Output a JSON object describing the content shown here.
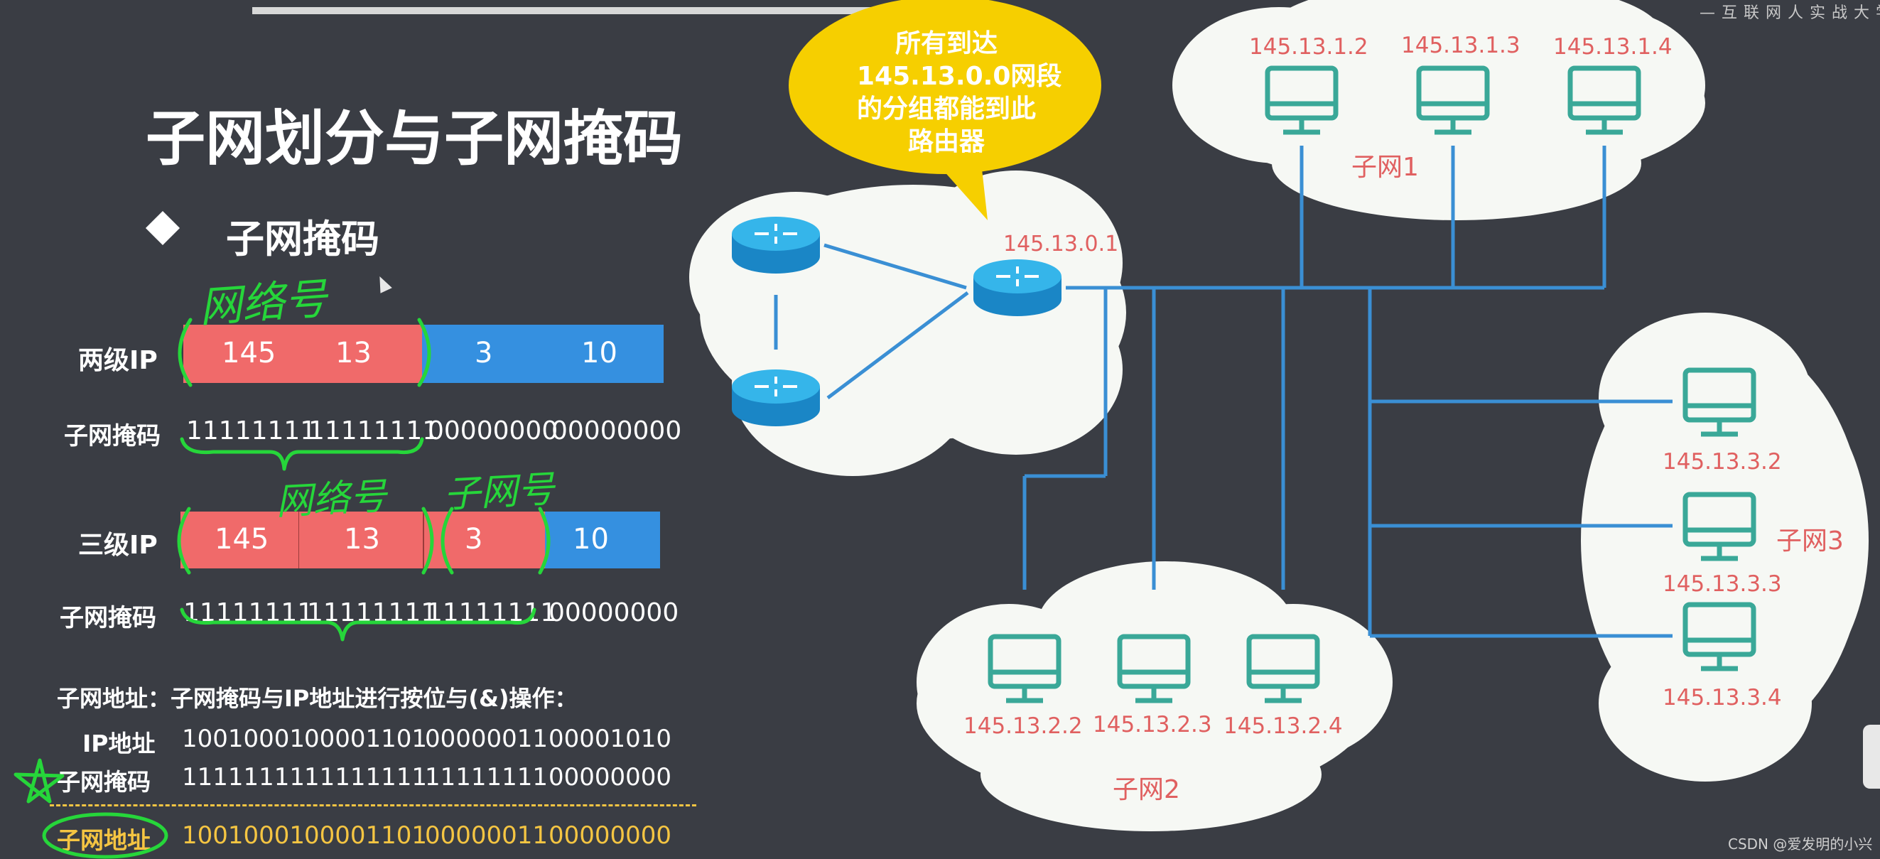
{
  "top_right_caption": "— 互 联 网 人 实 战 大 学",
  "watermark": "CSDN @爱发明的小兴",
  "title": "子网划分与子网掩码",
  "bullet": "子网掩码",
  "handwriting": {
    "net_num_1": "网络号",
    "net_num_2": "网络号",
    "subnet_num": "子网号"
  },
  "two_level": {
    "label": "两级IP",
    "cells": [
      "145",
      "13",
      "3",
      "10"
    ],
    "mask_label": "子网掩码",
    "mask": [
      "11111111",
      "11111111",
      "00000000",
      "00000000"
    ]
  },
  "three_level": {
    "label": "三级IP",
    "cells": [
      "145",
      "13",
      "3",
      "10"
    ],
    "mask_label": "子网掩码",
    "mask": [
      "11111111",
      "11111111",
      "11111111",
      "00000000"
    ]
  },
  "calc": {
    "heading": "子网地址：子网掩码与IP地址进行按位与(&)操作：",
    "ip_label": "IP地址",
    "ip": [
      "10010001",
      "00001101",
      "00000011",
      "00001010"
    ],
    "mask_label": "子网掩码",
    "mask": [
      "11111111",
      "11111111",
      "11111111",
      "00000000"
    ],
    "result_label": "子网地址",
    "result": [
      "10010001",
      "00001101",
      "00000011",
      "00000000"
    ]
  },
  "bubble": [
    "所有到达",
    "145.13.0.0网段",
    "的分组都能到此",
    "路由器"
  ],
  "router_ip": "145.13.0.1",
  "subnet1": {
    "name": "子网1",
    "hosts": [
      "145.13.1.2",
      "145.13.1.3",
      "145.13.1.4"
    ]
  },
  "subnet2": {
    "name": "子网2",
    "hosts": [
      "145.13.2.2",
      "145.13.2.3",
      "145.13.2.4"
    ]
  },
  "subnet3": {
    "name": "子网3",
    "hosts": [
      "145.13.3.2",
      "145.13.3.3",
      "145.13.3.4"
    ]
  },
  "colors": {
    "background": "#3a3d44",
    "red_cell": "#f06a6a",
    "blue_cell": "#3590e0",
    "highlight_yellow": "#f5c542",
    "bubble_yellow": "#f6cf00",
    "cloud": "#f6f8f4",
    "teal_icon": "#3aa898",
    "label_red": "#e06060",
    "link_blue": "#3a8fd4",
    "handwriting_green": "#26d63a"
  }
}
